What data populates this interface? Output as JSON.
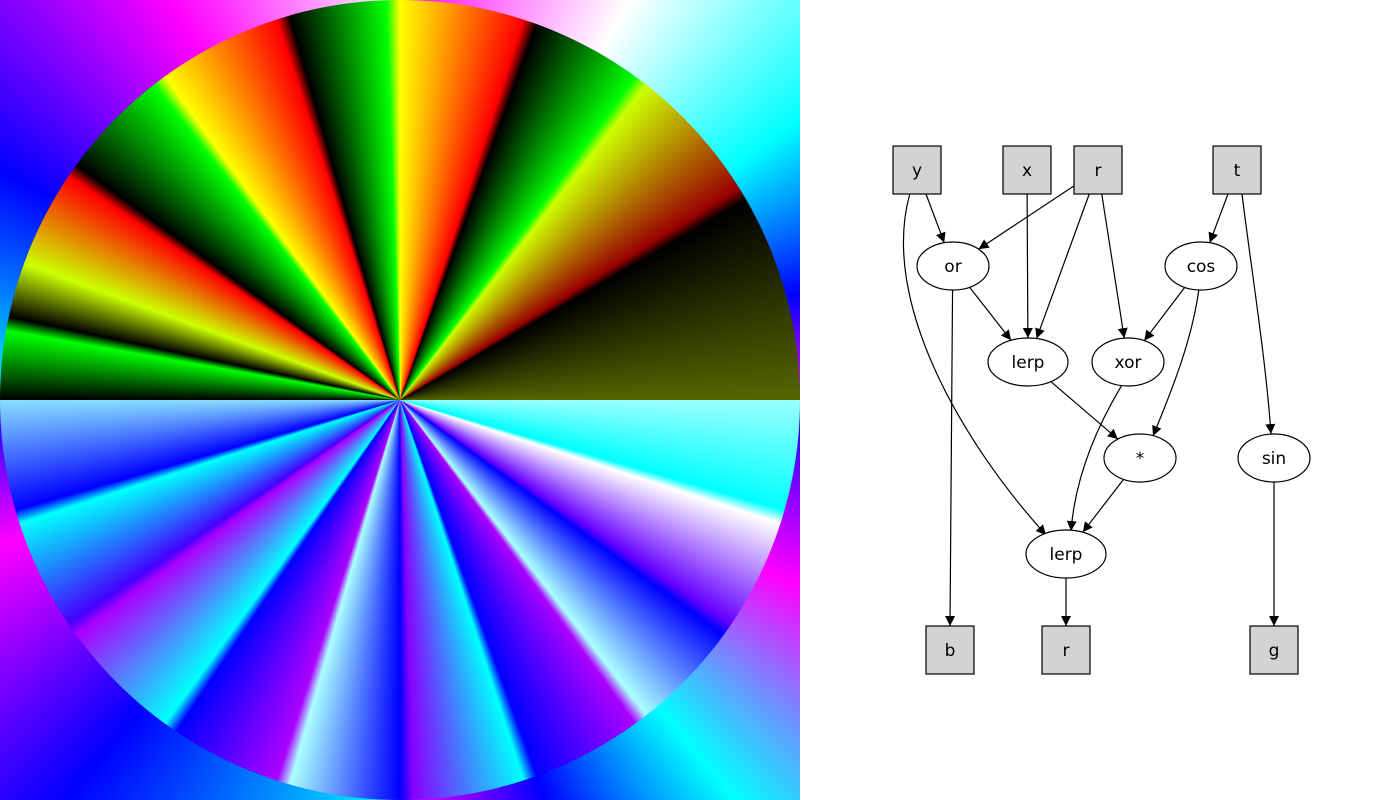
{
  "graph": {
    "inputs": [
      {
        "id": "in_y",
        "label": "y"
      },
      {
        "id": "in_x",
        "label": "x"
      },
      {
        "id": "in_r",
        "label": "r"
      },
      {
        "id": "in_t",
        "label": "t"
      }
    ],
    "ops": [
      {
        "id": "op_or",
        "label": "or"
      },
      {
        "id": "op_cos",
        "label": "cos"
      },
      {
        "id": "op_lerp1",
        "label": "lerp"
      },
      {
        "id": "op_xor",
        "label": "xor"
      },
      {
        "id": "op_mul",
        "label": "*"
      },
      {
        "id": "op_sin",
        "label": "sin"
      },
      {
        "id": "op_lerp2",
        "label": "lerp"
      }
    ],
    "outputs": [
      {
        "id": "out_b",
        "label": "b"
      },
      {
        "id": "out_r",
        "label": "r"
      },
      {
        "id": "out_g",
        "label": "g"
      }
    ],
    "edges": [
      [
        "in_y",
        "op_or"
      ],
      [
        "in_y",
        "op_lerp2"
      ],
      [
        "in_x",
        "op_lerp1"
      ],
      [
        "in_r",
        "op_or"
      ],
      [
        "in_r",
        "op_lerp1"
      ],
      [
        "in_r",
        "op_xor"
      ],
      [
        "in_t",
        "op_cos"
      ],
      [
        "in_t",
        "op_sin"
      ],
      [
        "op_or",
        "op_lerp1"
      ],
      [
        "op_or",
        "out_b"
      ],
      [
        "op_cos",
        "op_xor"
      ],
      [
        "op_cos",
        "op_mul"
      ],
      [
        "op_lerp1",
        "op_mul"
      ],
      [
        "op_xor",
        "op_lerp2"
      ],
      [
        "op_mul",
        "op_lerp2"
      ],
      [
        "op_lerp2",
        "out_r"
      ],
      [
        "op_sin",
        "out_g"
      ]
    ]
  },
  "colors": {
    "input_node_fill": "#d3d3d3",
    "op_node_fill": "#ffffff",
    "stroke": "#000000"
  }
}
